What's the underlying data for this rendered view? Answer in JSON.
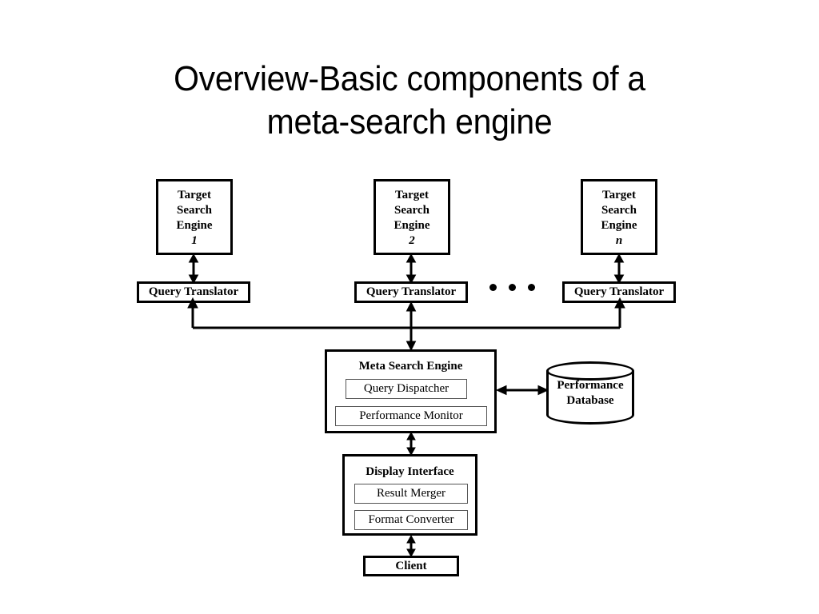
{
  "slide": {
    "title": "Overview-Basic components of a\nmeta-search engine",
    "background_color": "#ffffff",
    "ink_color": "#000000"
  },
  "diagram": {
    "target_search_engines": [
      {
        "line1": "Target",
        "line2": "Search",
        "line3": "Engine",
        "index": "1"
      },
      {
        "line1": "Target",
        "line2": "Search",
        "line3": "Engine",
        "index": "2"
      },
      {
        "line1": "Target",
        "line2": "Search",
        "line3": "Engine",
        "index": "n"
      }
    ],
    "query_translators": [
      {
        "label": "Query Translator"
      },
      {
        "label": "Query Translator"
      },
      {
        "label": "Query Translator"
      }
    ],
    "ellipsis": "• • •",
    "meta_search_engine": {
      "title": "Meta Search Engine",
      "components": [
        {
          "label": "Query Dispatcher"
        },
        {
          "label": "Performance Monitor"
        }
      ]
    },
    "performance_database": {
      "label": "Performance\nDatabase"
    },
    "display_interface": {
      "title": "Display Interface",
      "components": [
        {
          "label": "Result Merger"
        },
        {
          "label": "Format Converter"
        }
      ]
    },
    "client": {
      "label": "Client"
    }
  }
}
